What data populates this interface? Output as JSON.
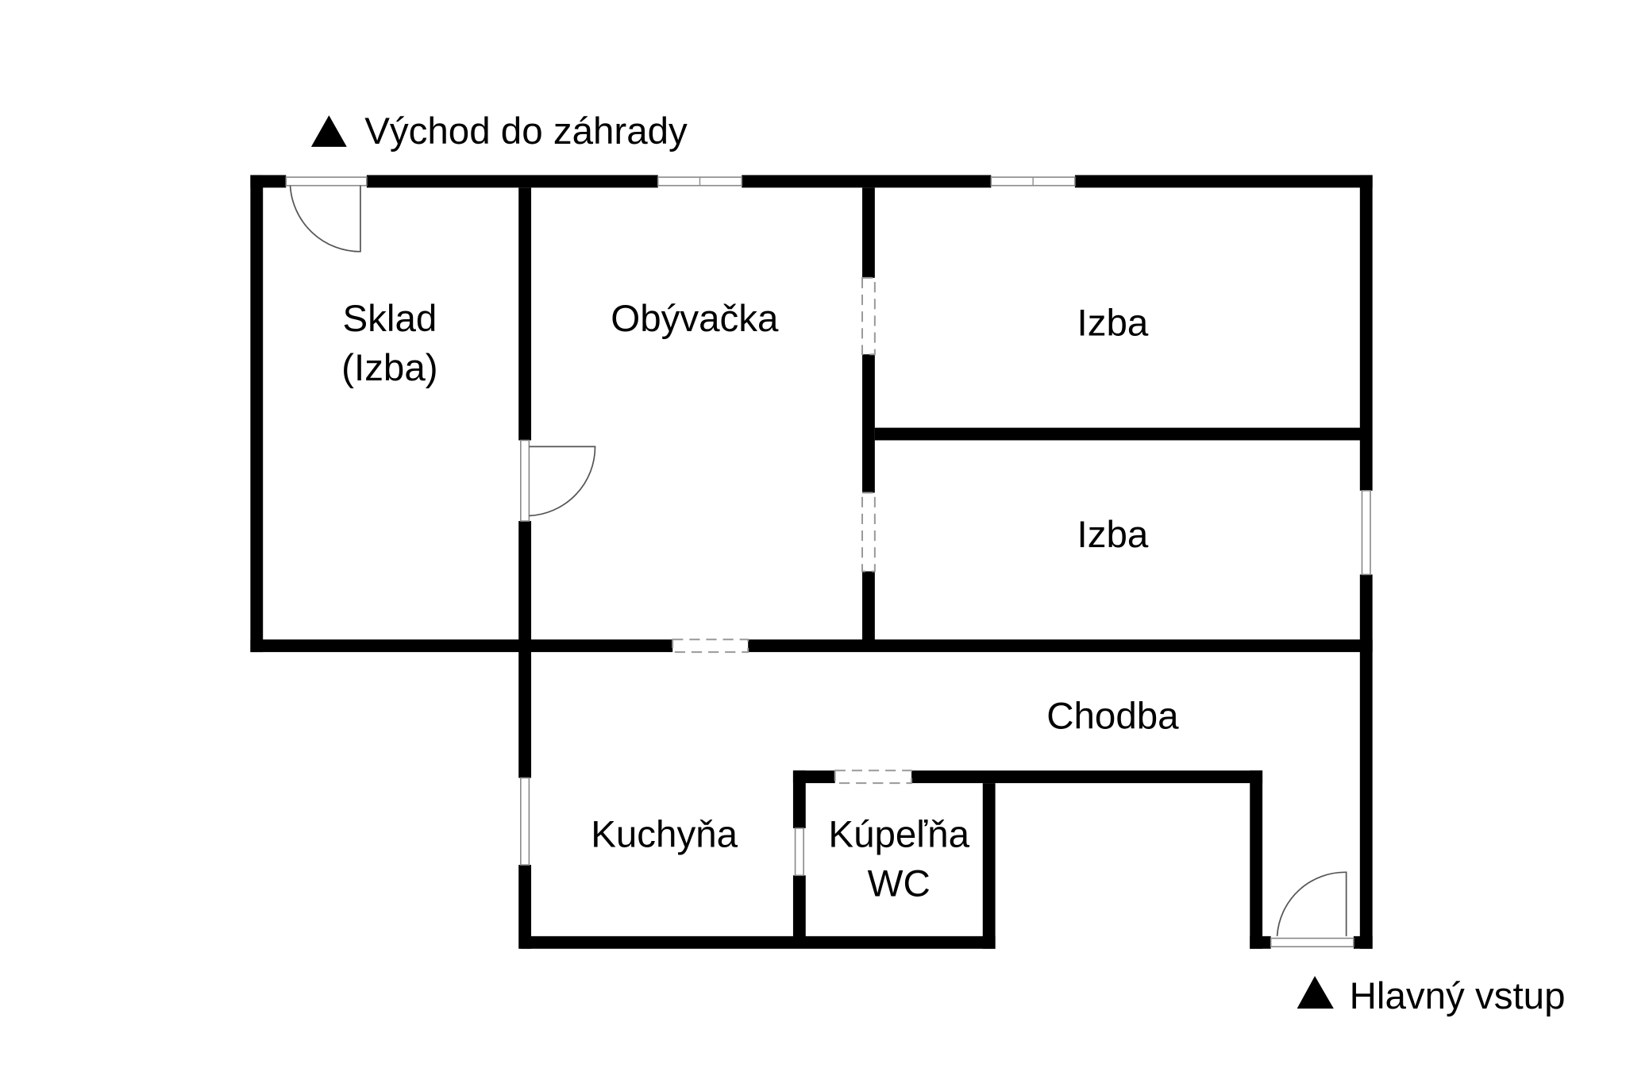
{
  "plan": {
    "exits": {
      "garden": {
        "label": "Východ do záhrady",
        "icon": "triangle-up"
      },
      "main": {
        "label": "Hlavný vstup",
        "icon": "triangle-up"
      }
    },
    "rooms": {
      "storage_line1": "Sklad",
      "storage_line2": "(Izba)",
      "living": "Obývačka",
      "room1": "Izba",
      "room2": "Izba",
      "hallway": "Chodba",
      "kitchen": "Kuchyňa",
      "bathroom_line1": "Kúpeľňa",
      "bathroom_line2": "WC"
    }
  }
}
